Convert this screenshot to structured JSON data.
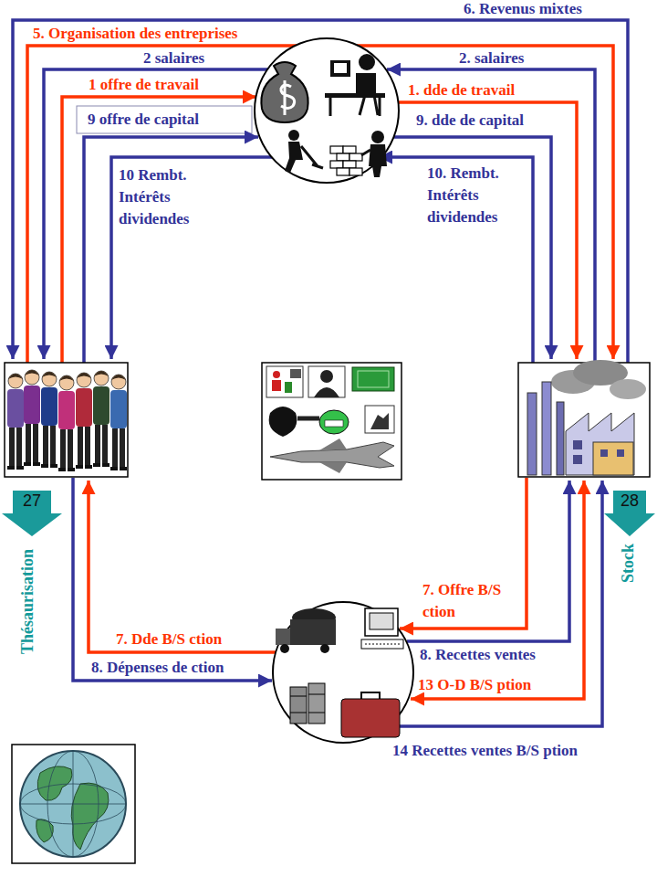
{
  "diagram": {
    "nodes": [
      {
        "text": [
          "27",
          "Thésaurisation"
        ]
      },
      {
        "text": [
          "28",
          "Stock"
        ]
      }
    ],
    "labels": [
      "6. Revenus mixtes",
      "5. Organisation des entreprises",
      "2 salaires",
      "2. salaires",
      "1 offre de travail",
      "1. dde de travail",
      "9 offre de capital",
      "9. dde de capital",
      "10 Rembt. Intérêts dividendes",
      "10. Rembt. Intérêts dividendes",
      "7. Offre B/S ction",
      "7. Dde B/S ction",
      "8. Recettes ventes",
      "8. Dépenses de ction",
      "13 O-D B/S ption",
      "14 Recettes ventes B/S ption"
    ]
  }
}
